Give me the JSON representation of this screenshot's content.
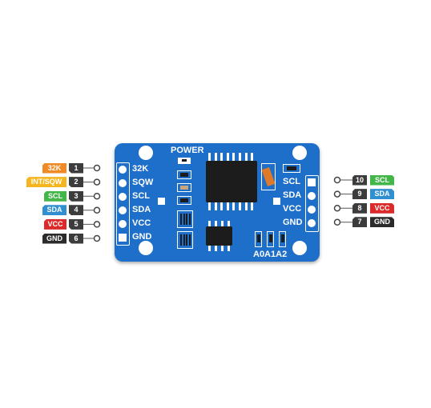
{
  "board": {
    "power_label": "POWER",
    "address_label": "A0A1A2",
    "left_pins": [
      "32K",
      "SQW",
      "SCL",
      "SDA",
      "VCC",
      "GND"
    ],
    "right_pins": [
      "SCL",
      "SDA",
      "VCC",
      "GND"
    ]
  },
  "left_callouts": [
    {
      "num": "1",
      "label": "32K",
      "color": "#f08a24"
    },
    {
      "num": "2",
      "label": "INT/SQW",
      "color": "#f5b51f"
    },
    {
      "num": "3",
      "label": "SCL",
      "color": "#43b649"
    },
    {
      "num": "4",
      "label": "SDA",
      "color": "#2f8fd1"
    },
    {
      "num": "5",
      "label": "VCC",
      "color": "#dc2a2a"
    },
    {
      "num": "6",
      "label": "GND",
      "color": "#2b2b2b"
    }
  ],
  "right_callouts": [
    {
      "num": "10",
      "label": "SCL",
      "color": "#43b649"
    },
    {
      "num": "9",
      "label": "SDA",
      "color": "#2f8fd1"
    },
    {
      "num": "8",
      "label": "VCC",
      "color": "#dc2a2a"
    },
    {
      "num": "7",
      "label": "GND",
      "color": "#2b2b2b"
    }
  ],
  "colors": {
    "pcb": "#1e6fc9",
    "pcb_edge": "#1a5fae",
    "pad": "#ffffff",
    "chip": "#1c1c1c",
    "leader": "#555555"
  }
}
